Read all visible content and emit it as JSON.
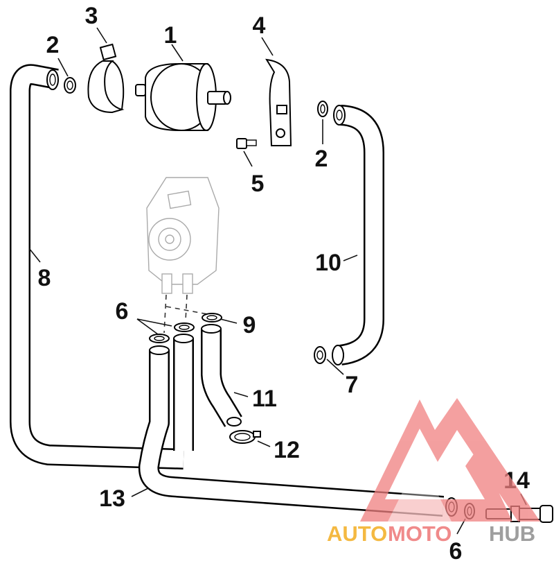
{
  "diagram": {
    "callouts": [
      "1",
      "2",
      "3",
      "4",
      "5",
      "2",
      "10",
      "8",
      "6",
      "9",
      "7",
      "11",
      "12",
      "13",
      "14",
      "6"
    ]
  },
  "watermark": {
    "part1": "AUTO",
    "part2": "MOTO",
    "part3": "HUB",
    "colors": {
      "auto": "#f4b942",
      "moto": "#f08a8a",
      "hub": "#9e9e9e",
      "logo": "#f08080"
    }
  }
}
